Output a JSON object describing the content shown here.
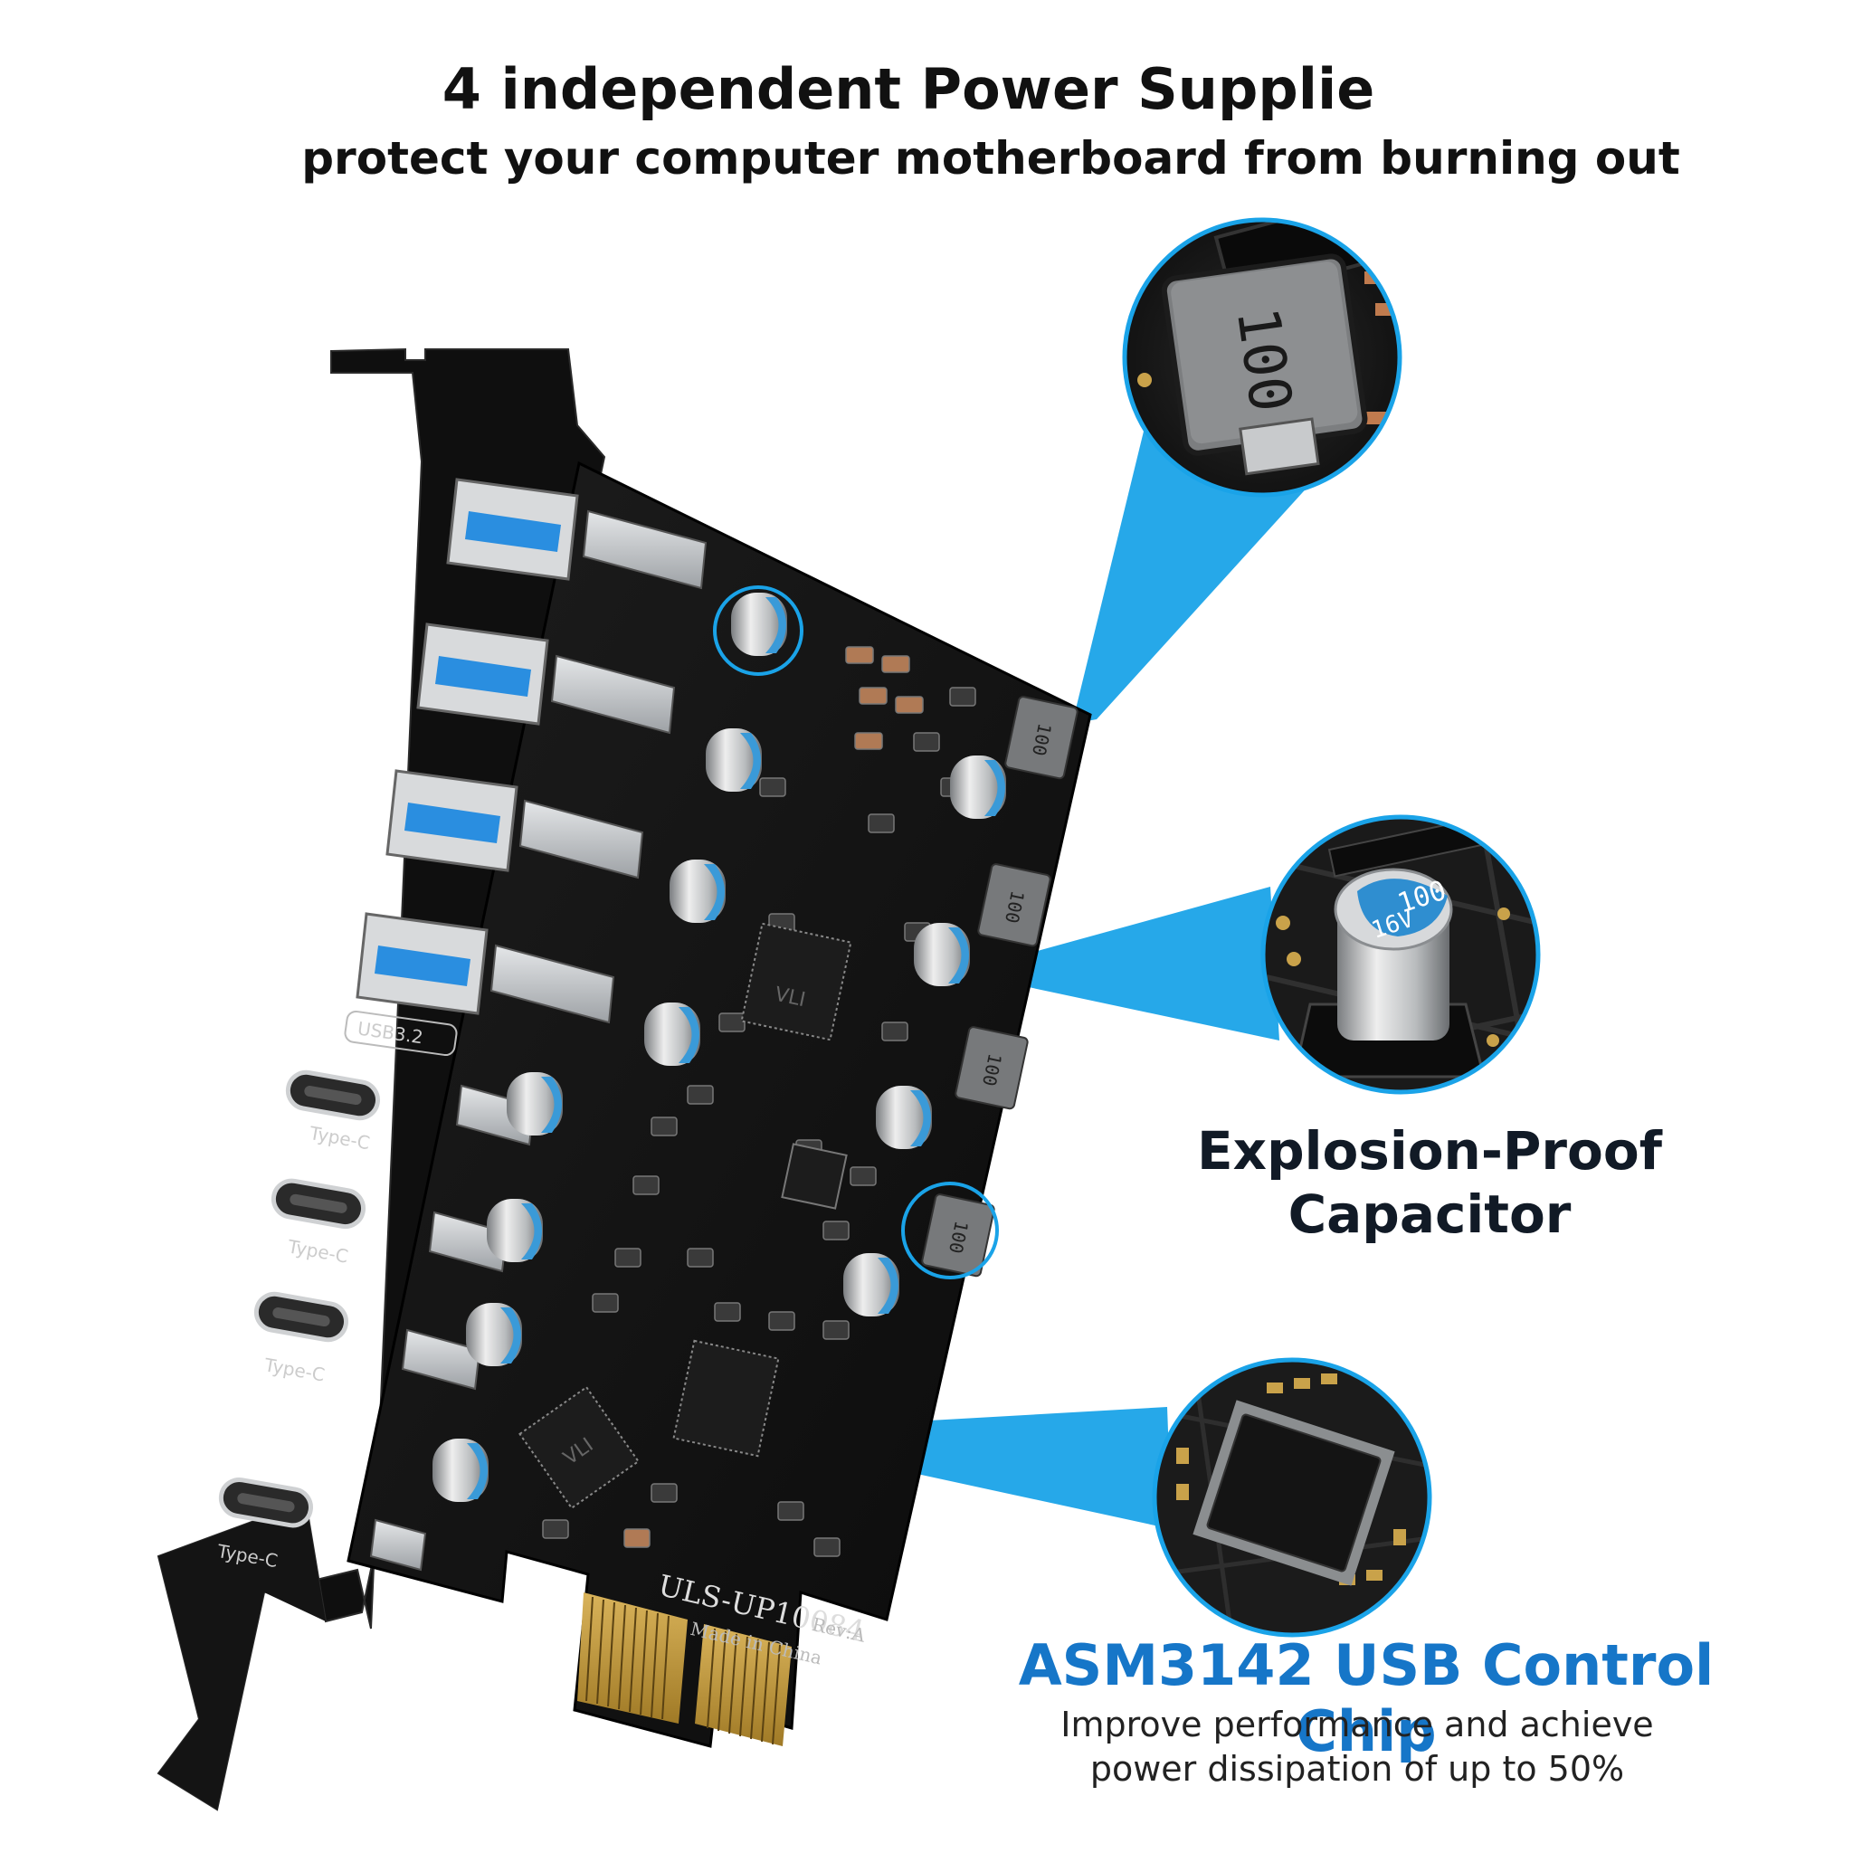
{
  "headline": {
    "title": "4 independent Power Supplie",
    "subtitle": "protect your computer motherboard from burning out"
  },
  "features": {
    "capacitor_line1": "Explosion-Proof",
    "capacitor_line2": "Capacitor",
    "chip_title": "ASM3142 USB Control Chip",
    "chip_desc_line1": "Improve performance and achieve",
    "chip_desc_line2": "power dissipation of up to 50%"
  },
  "board": {
    "model": "ULS-UP10084",
    "rev": "Rev:A",
    "made_in": "Made in China",
    "usb_label": "USB3.2",
    "typec_label": "Type-C",
    "inductor_marking": "100",
    "capacitor_marking_line1": "100",
    "capacitor_marking_line2": "16V",
    "chip_brand": "VLI"
  },
  "colors": {
    "accent": "#1aa3e8",
    "pcb": "#141414",
    "usb_blue": "#2a8ee0",
    "capacitor_band": "#3a9ad8"
  }
}
